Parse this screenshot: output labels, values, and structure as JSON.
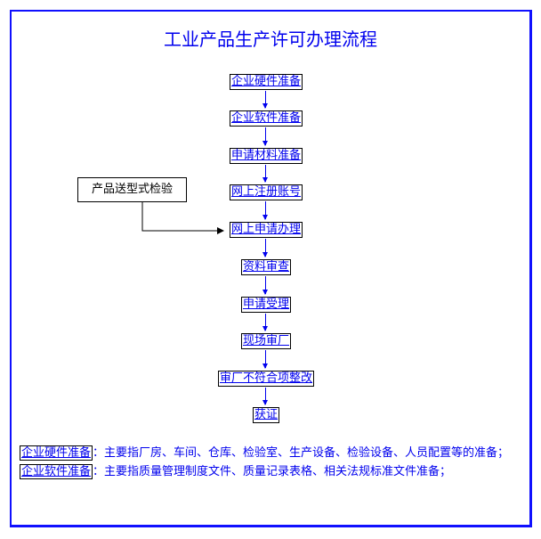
{
  "title": "工业产品生产许可办理流程",
  "steps": [
    "企业硬件准备",
    "企业软件准备",
    "申请材料准备",
    "网上注册账号",
    "网上申请办理",
    "资料审查",
    "申请受理",
    "现场审厂",
    "审厂不符合项整改",
    "获证"
  ],
  "side_step": "产品送型式检验",
  "notes": [
    {
      "term": "企业硬件准备",
      "text": "：主要指厂房、车间、仓库、检验室、生产设备、检验设备、人员配置等的准备；"
    },
    {
      "term": "企业软件准备",
      "text": "：主要指质量管理制度文件、质量记录表格、相关法规标准文件准备；"
    }
  ],
  "colors": {
    "accent": "#0000ee",
    "frame": "#1010ff"
  }
}
